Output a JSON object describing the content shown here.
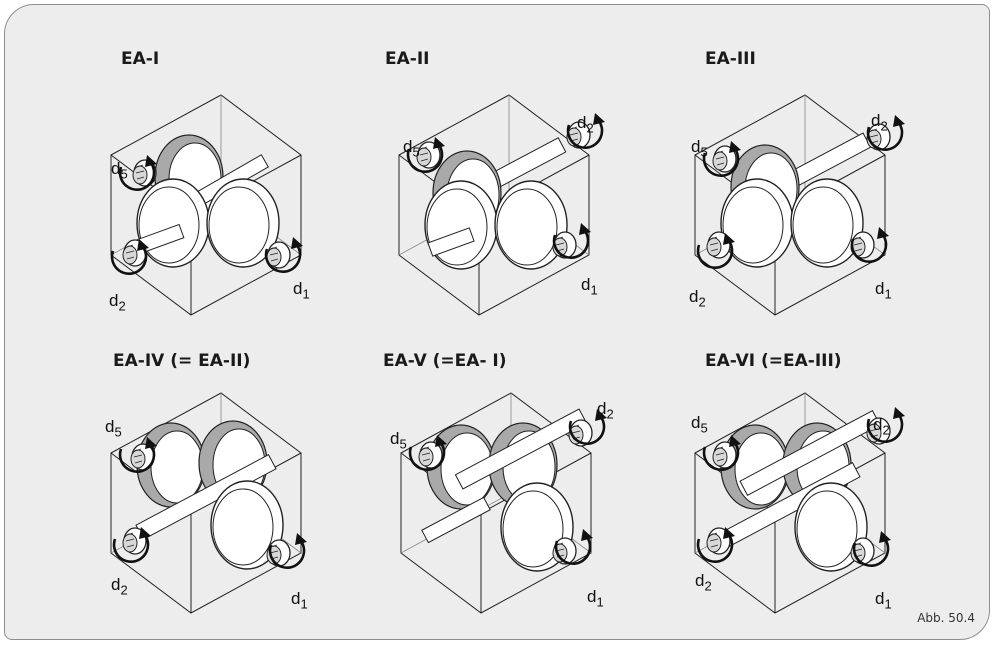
{
  "figures": [
    {
      "title": "EA-I",
      "labels": [
        "d5",
        "d2",
        "d1"
      ]
    },
    {
      "title": "EA-II",
      "labels": [
        "d5",
        "d2",
        "d1"
      ]
    },
    {
      "title": "EA-III",
      "labels": [
        "d5",
        "d2",
        "d2",
        "d1"
      ]
    },
    {
      "title": "EA-IV (= EA-II)",
      "labels": [
        "d5",
        "d2",
        "d1"
      ]
    },
    {
      "title": "EA-V (=EA- I)",
      "labels": [
        "d5",
        "d2",
        "d1"
      ]
    },
    {
      "title": "EA-VI (=EA-III)",
      "labels": [
        "d5",
        "d2",
        "d2",
        "d1"
      ]
    }
  ],
  "caption": "Abb. 50.4"
}
